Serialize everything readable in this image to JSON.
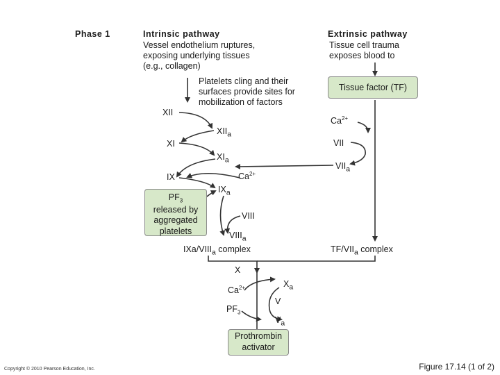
{
  "header": {
    "phase": "Phase 1",
    "intrinsic_title": "Intrinsic pathway",
    "extrinsic_title": "Extrinsic pathway",
    "intrinsic_desc": "Vessel endothelium ruptures,\nexposing underlying tissues\n(e.g., collagen)",
    "extrinsic_desc": "Tissue cell trauma\nexposes blood to",
    "platelets_desc": "Platelets cling and their\nsurfaces provide sites for\nmobilization of factors"
  },
  "factors": {
    "xii": "XII",
    "xiia": "XII",
    "xi": "XI",
    "xia": "XI",
    "ix": "IX",
    "ixa": "IX",
    "ca_ix": "Ca",
    "viii": "VIII",
    "viiia": "VIII",
    "vii": "VII",
    "viia": "VII",
    "ca_vii": "Ca",
    "x": "X",
    "xa": "X",
    "ca_x": "Ca",
    "pf3_x": "PF",
    "v": "V",
    "va": "V"
  },
  "sub": {
    "a": "a",
    "three": "3"
  },
  "sup": {
    "two_plus": "2+"
  },
  "boxes": {
    "tissue_factor": "Tissue factor (TF)",
    "pf3_label": "PF",
    "pf3_desc": "released by\naggregated\nplatelets",
    "prothrombin": "Prothrombin\nactivator"
  },
  "complexes": {
    "ix_viii_pre": "IXa/VIII",
    "ix_viii_post": " complex",
    "tf_vii_pre": "TF/VII",
    "tf_vii_post": " complex"
  },
  "footer": {
    "copyright": "Copyright © 2010 Pearson Education, Inc.",
    "figure": "Figure 17.14 (1 of 2)"
  }
}
